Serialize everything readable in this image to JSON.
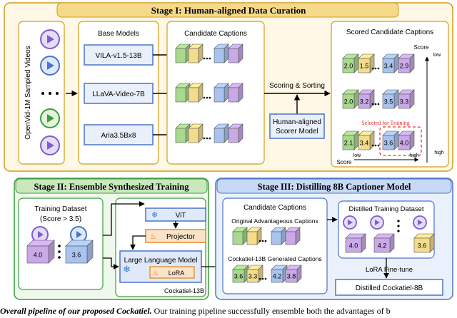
{
  "stage1": {
    "title": "Stage I: Human-aligned Data Curation",
    "sampled_videos_label": "OpenVid-1M Sampled Videos",
    "base_models_title": "Base Models",
    "models": [
      "VILA-v1.5-13B",
      "LLaVA-Video-7B",
      "Aria3.5Bx8"
    ],
    "candidate_title": "Candidate Captions",
    "scoring_label": "Scoring & Sorting",
    "scorer_label_1": "Human-aligned",
    "scorer_label_2": "Scorer Model",
    "scored_title": "Scored Candidate Captions",
    "score_axis_label": "Score",
    "axis_low": "low",
    "axis_high": "high",
    "rows": [
      [
        "2.0",
        "1.5",
        "3.4",
        "2.9"
      ],
      [
        "2.0",
        "3.2",
        "3.5",
        "3.3"
      ],
      [
        "2.1",
        "3.4",
        "3.6",
        "4.0"
      ]
    ],
    "selected_label": "Selected for Training"
  },
  "stage2": {
    "title": "Stage II: Ensemble Synthesized Training",
    "dataset_title_1": "Training Dataset",
    "dataset_title_2": "(Score > 3.5)",
    "dataset_scores": [
      "4.0",
      "3.6"
    ],
    "vit_label": "ViT",
    "projector_label": "Projector",
    "llm_label": "Large Language Model",
    "lora_label": "LoRA",
    "model_name": "Cockatiel-13B"
  },
  "stage3": {
    "title": "Stage III: Distilling 8B Captioner Model",
    "candidate_title": "Candidate Captions",
    "original_label": "Original Advantageous Captions",
    "generated_label": "Cockatiel-13B Generated Captions",
    "generated_scores": [
      "3.6",
      "3.3",
      "4.2",
      "3.8"
    ],
    "distilled_dataset_title": "Distilled Training Dataset",
    "distilled_scores": [
      "4.0",
      "4.2",
      "3.6"
    ],
    "finetune_label": "LoRA Fine-tune",
    "final_model": "Distilled Cockatiel-8B"
  },
  "caption": {
    "lead": "Overall pipeline of our proposed Cockatiel.",
    "text": "Our training pipeline successfully ensemble both the advantages of b"
  },
  "colors": {
    "stage1_border": "#d49a16",
    "stage1_fill": "#fff8e6",
    "stage2_border": "#3e9c3e",
    "stage2_fill": "#eef8ec",
    "stage3_border": "#4b74c9",
    "stage3_fill": "#eaf1fc",
    "cube_green": "#a9d98e",
    "cube_blue": "#a9c3ee",
    "cube_purple": "#c9a9e6",
    "cube_yellow": "#f3dc8d",
    "select_red": "#e03030"
  }
}
